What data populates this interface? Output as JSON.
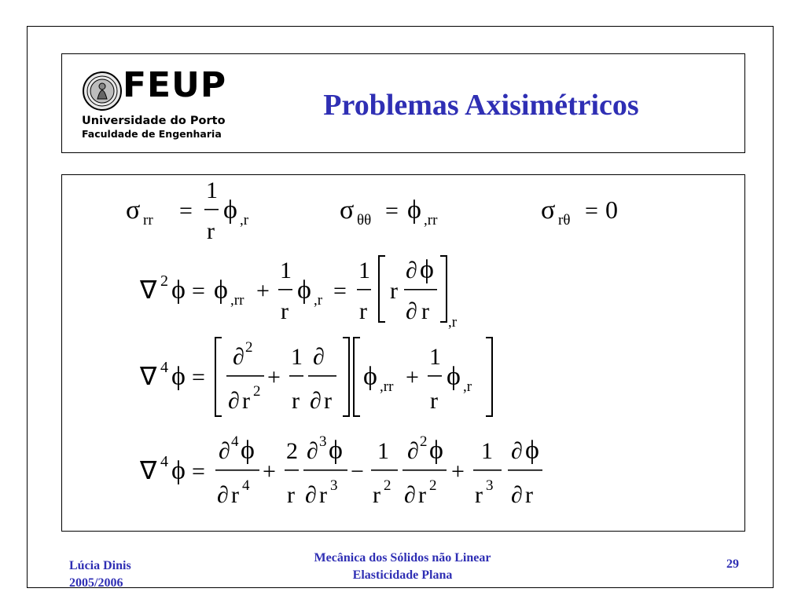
{
  "header": {
    "logo": {
      "brand": "FEUP",
      "university": "Universidade do Porto",
      "faculty": "Faculdade de Engenharia",
      "icon": "university-seal-icon"
    },
    "title": "Problemas Axisimétricos"
  },
  "equations": {
    "eq1": {
      "sigma_rr": "σ",
      "sub_rr": "rr",
      "equals": "=",
      "one": "1",
      "r": "r",
      "phi": "ϕ",
      "sub_comma_r": ",r",
      "sigma_tt": "σ",
      "sub_tt": "θθ",
      "sub_comma_rr": ",rr",
      "sigma_rt": "σ",
      "sub_rt": "rθ",
      "zero": "0"
    },
    "eq2": {
      "nabla": "∇",
      "sup2": "2",
      "phi": "ϕ",
      "equals": "=",
      "sub_comma_rr": ",rr",
      "plus": "+",
      "one": "1",
      "r": "r",
      "sub_comma_r": ",r",
      "partial": "∂",
      "outer_sub": ",r"
    },
    "eq3": {
      "nabla": "∇",
      "sup4": "4",
      "phi": "ϕ",
      "equals": "=",
      "partial": "∂",
      "sup2": "2",
      "r": "r",
      "plus": "+",
      "one": "1",
      "sub_comma_rr": ",rr",
      "sub_comma_r": ",r"
    },
    "eq4": {
      "nabla": "∇",
      "sup4": "4",
      "phi": "ϕ",
      "equals": "=",
      "partial": "∂",
      "sup2": "2",
      "sup3": "3",
      "r": "r",
      "plus": "+",
      "minus": "−",
      "one": "1",
      "two": "2"
    }
  },
  "footer": {
    "author": "Lúcia Dinis",
    "year": "2005/2006",
    "course": "Mecânica dos Sólidos não Linear",
    "topic": "Elasticidade Plana",
    "page": "29"
  },
  "colors": {
    "accent": "#2f2fb4",
    "text": "#000000",
    "border": "#000000"
  }
}
